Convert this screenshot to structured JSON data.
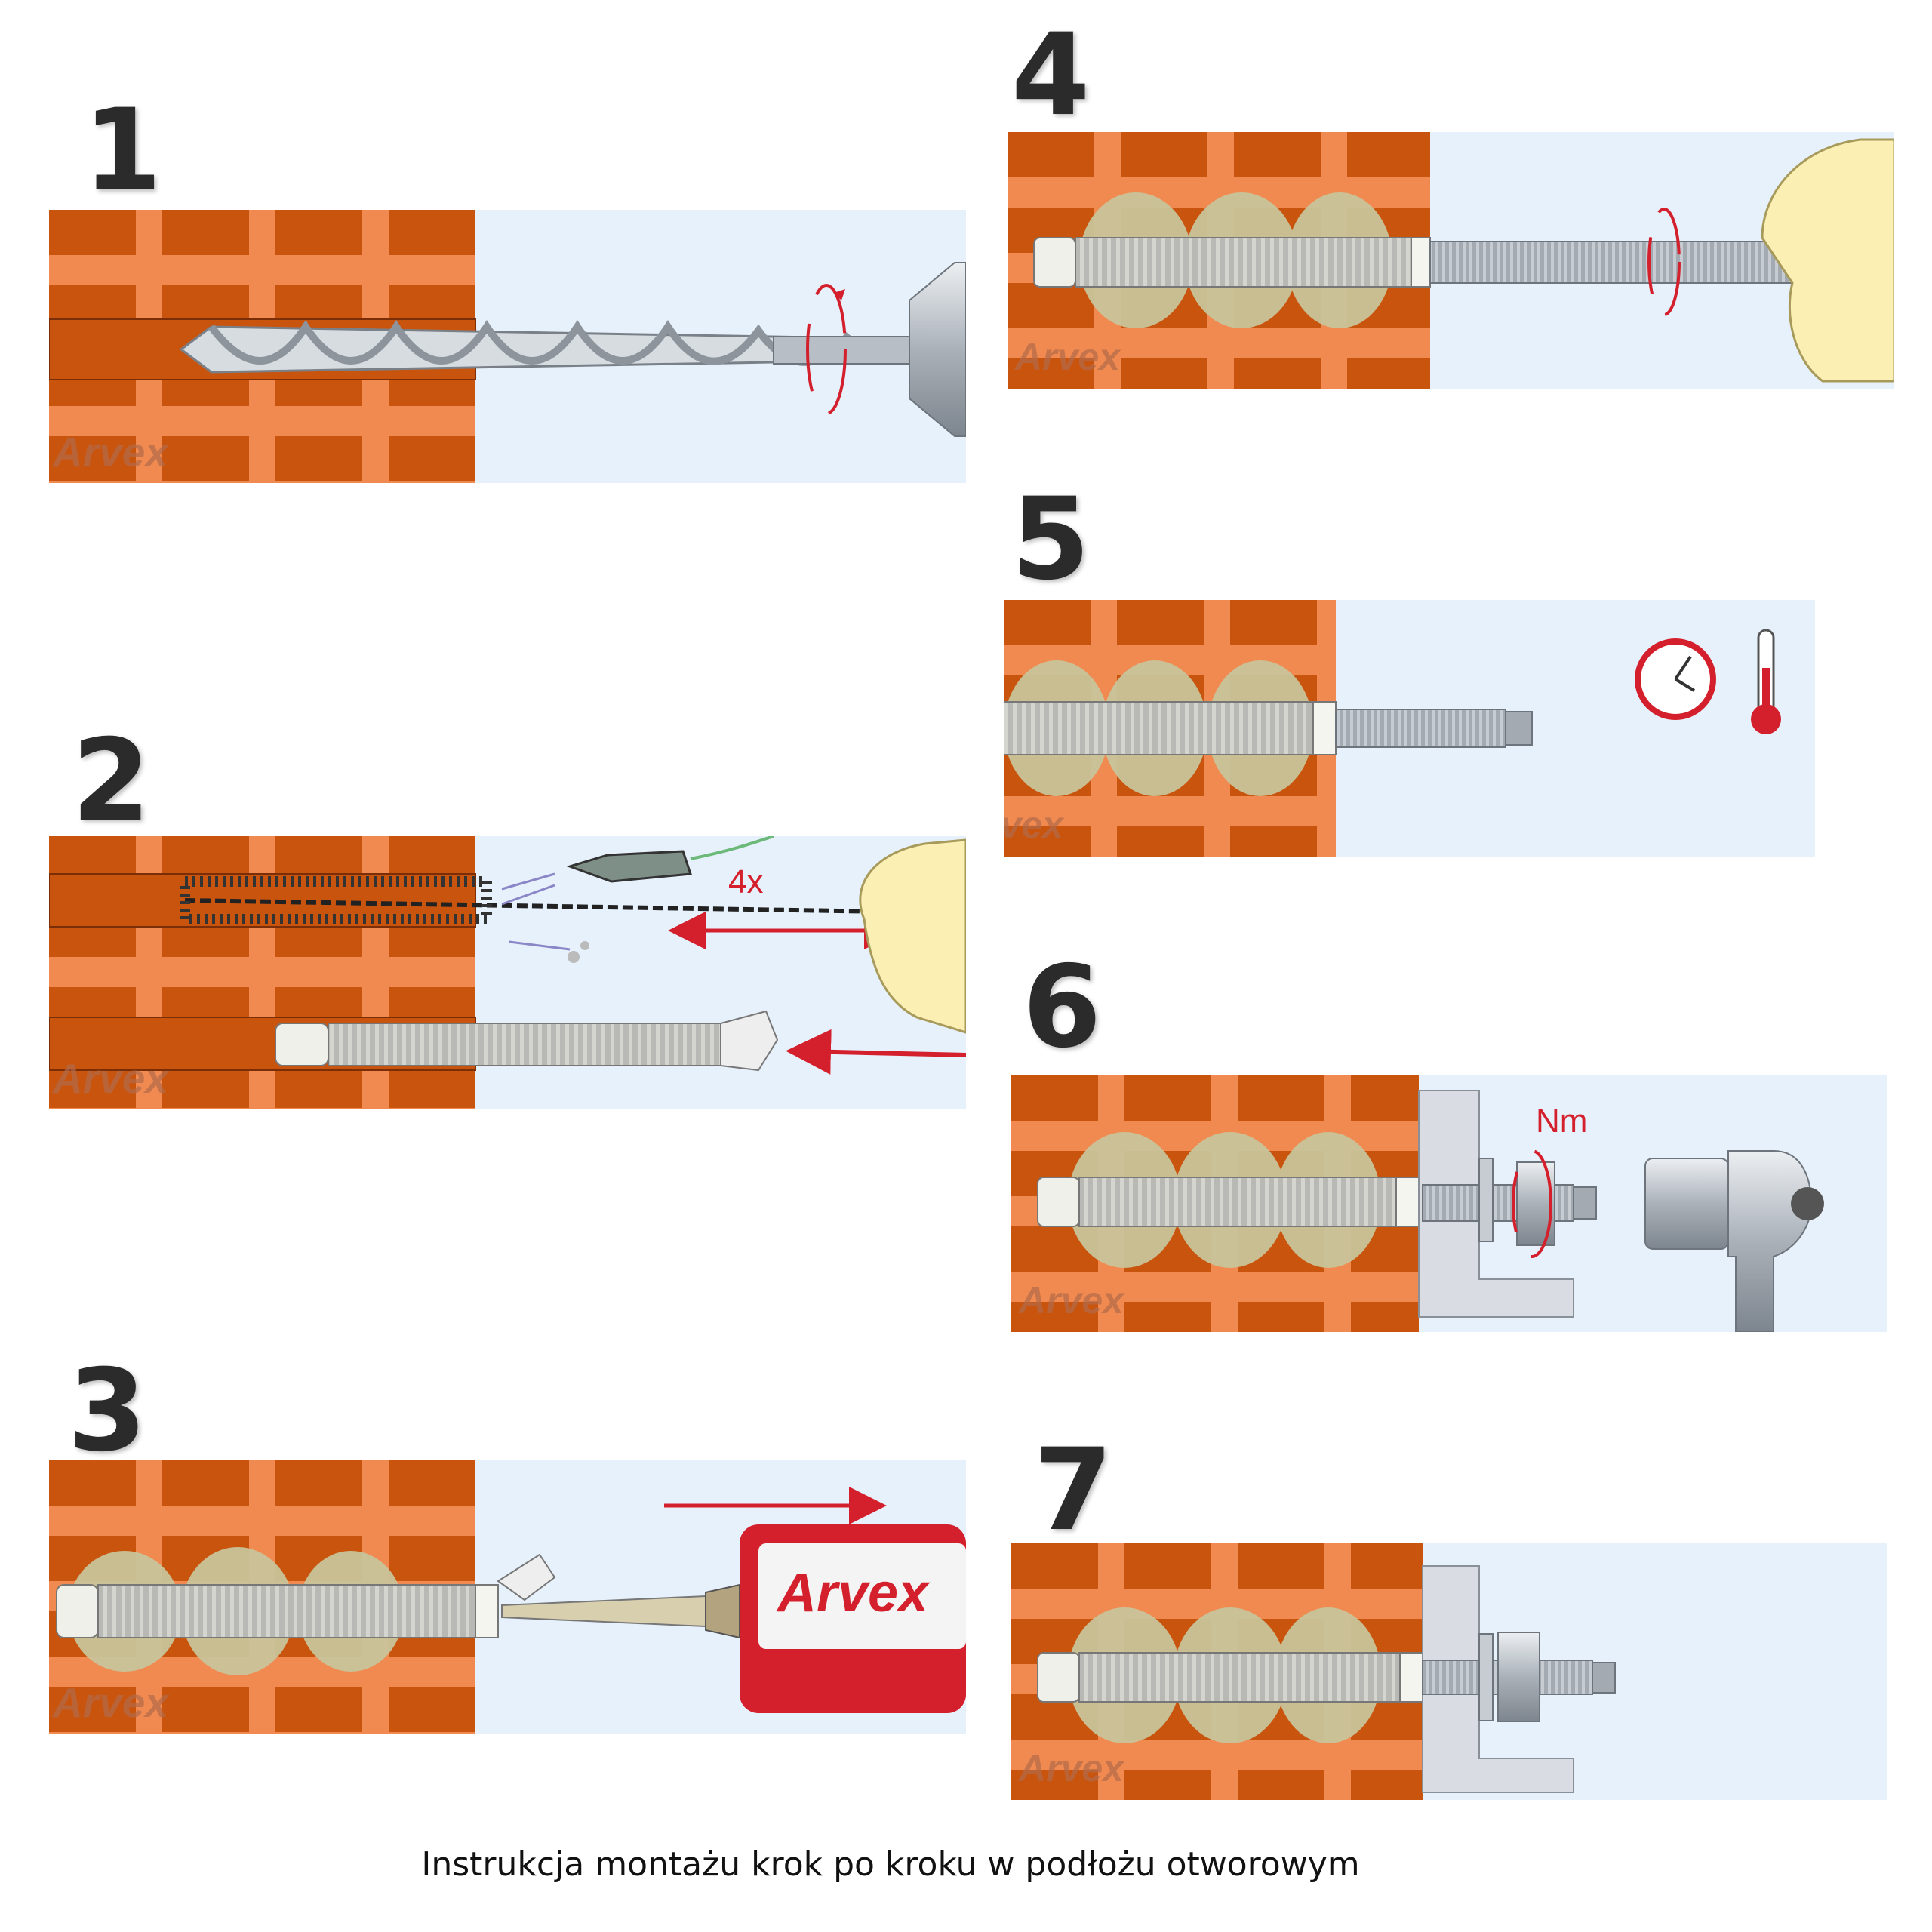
{
  "steps": [
    {
      "number": "1"
    },
    {
      "number": "2",
      "repeat_label": "4x"
    },
    {
      "number": "3",
      "cartridge_brand": "Arvex"
    },
    {
      "number": "4"
    },
    {
      "number": "5"
    },
    {
      "number": "6",
      "torque_label": "Nm"
    },
    {
      "number": "7"
    }
  ],
  "watermark": "Arvex",
  "caption": "Instrukcja montażu krok po kroku w podłożu otworowym",
  "colors": {
    "brick": "#c9540e",
    "mortar": "#f08a50",
    "background": "#e6f1fb",
    "accent_red": "#d4202c",
    "resin": "#c9c49a",
    "steel": "#a3aab2"
  },
  "icons": [
    "drill-bit-icon",
    "rotation-arrow-icon",
    "brush-icon",
    "air-blower-icon",
    "mesh-sleeve-icon",
    "cartridge-icon",
    "threaded-rod-icon",
    "hand-icon",
    "clock-icon",
    "thermometer-icon",
    "bracket-icon",
    "nut-icon",
    "socket-wrench-icon"
  ]
}
